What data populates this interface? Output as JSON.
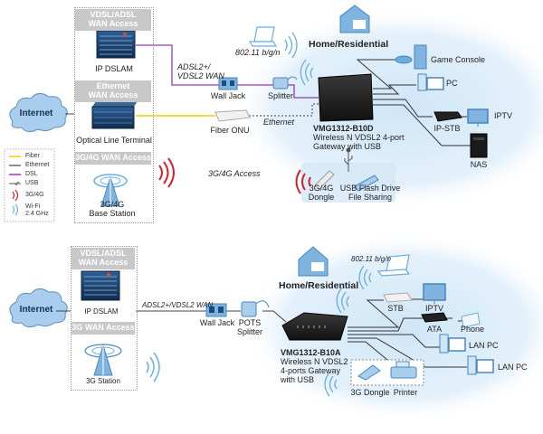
{
  "top": {
    "wan_groups": [
      {
        "header": "VDSL/ADSL WAN Access",
        "header_lines": [
          "VDSL/ADSL",
          "WAN Access"
        ],
        "device": "IP DSLAM"
      },
      {
        "header": "Ethernet WAN Access",
        "header_lines": [
          "Ethernet",
          "WAN Access"
        ],
        "device": "Optical Line Terminal"
      },
      {
        "header": "3G/4G WAN Access",
        "header_lines": [
          "3G/4G WAN Access"
        ],
        "device_lines": [
          "3G/4G",
          "Base Station"
        ]
      }
    ],
    "internet": "Internet",
    "links": {
      "dsl_label_lines": [
        "ADSL2+/",
        "VDSL2 WAN"
      ],
      "ethernet": "Ethernet",
      "mobile_access": "3G/4G Access",
      "wifi": "802.11 b/g/n"
    },
    "cpe": {
      "wall_jack": "Wall Jack",
      "splitter": "Splitter",
      "fiber_onu": "Fiber ONU"
    },
    "home_label": "Home/Residential",
    "gateway": {
      "model": "VMG1312-B10D",
      "desc_lines": [
        "Wireless N VDSL2 4-port",
        "Gateway with USB"
      ]
    },
    "clients": [
      "Game Console",
      "PC",
      "IP-STB",
      "IPTV",
      "NAS"
    ],
    "usb_devices": {
      "dongle_lines": [
        "3G/4G",
        "Dongle"
      ],
      "flash_lines": [
        "USB Flash Drive",
        "File Sharing"
      ]
    },
    "legend": [
      {
        "label": "Fiber",
        "color": "#f2d000",
        "kind": "line"
      },
      {
        "label": "Ethernet",
        "color": "#444444",
        "kind": "line"
      },
      {
        "label": "DSL",
        "color": "#8a3fb3",
        "kind": "line"
      },
      {
        "label": "USB",
        "color": "#555555",
        "kind": "usb"
      },
      {
        "label": "3G/4G",
        "color": "#d4202a",
        "kind": "wave"
      },
      {
        "label": "Wi-Fi 2.4 GHz",
        "label_lines": [
          "Wi-Fi",
          "2.4 GHz"
        ],
        "color": "#6aaee0",
        "kind": "wave"
      }
    ]
  },
  "bottom": {
    "wan_groups": [
      {
        "header": "VDSL/ADSL WAN Access",
        "header_lines": [
          "VDSL/ADSL",
          "WAN Access"
        ],
        "device": "IP DSLAM"
      },
      {
        "header": "3G WAN Access",
        "header_lines": [
          "3G WAN Access"
        ],
        "device": "3G Station"
      }
    ],
    "internet": "Internet",
    "links": {
      "dsl_label": "ADSL2+/VDSL2 WAN",
      "wifi": "802.11 b/g/n"
    },
    "cpe": {
      "wall_jack": "Wall Jack",
      "splitter_lines": [
        "POTS",
        "Splitter"
      ]
    },
    "home_label": "Home/Residential",
    "gateway": {
      "model": "VMG1312-B10A",
      "desc_lines": [
        "Wireless N VDSL2",
        "4-ports Gateway",
        "with USB"
      ]
    },
    "clients": [
      "STB",
      "IPTV",
      "ATA",
      "Phone",
      "LAN PC",
      "LAN PC"
    ],
    "usb_devices": [
      "3G Dongle",
      "Printer"
    ]
  },
  "colors": {
    "fiber": "#f2d000",
    "dsl": "#8a3fb3",
    "ethernet": "#444444",
    "mobile": "#d4202a",
    "wifi": "#6aaee0",
    "home_bg": "#d8ebf8",
    "device_blue": "#7fb4e0",
    "header_gray": "#c8c8c8"
  }
}
